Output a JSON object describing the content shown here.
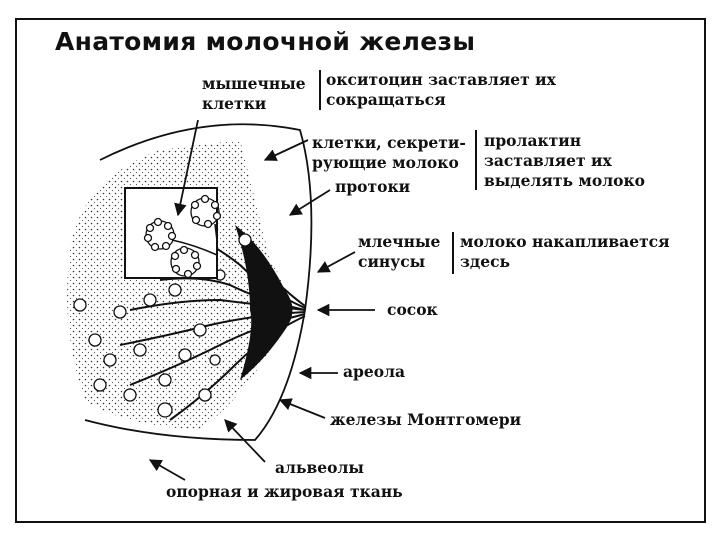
{
  "title": "Анатомия молочной железы",
  "labels": {
    "muscle_cells": [
      "мышечные",
      "клетки"
    ],
    "oxytocin_note": [
      "окситоцин заставляет их",
      "сокращаться"
    ],
    "secreting_cells": [
      "клетки, секрети-",
      "рующие молоко"
    ],
    "ducts": "протоки",
    "prolactin_note": [
      "пролактин",
      "заставляет их",
      "выделять молоко"
    ],
    "milk_sinuses": [
      "млечные",
      "синусы"
    ],
    "sinus_note": [
      "молоко накапливается",
      "здесь"
    ],
    "nipple": "сосок",
    "areola": "ареола",
    "montgomery_glands": "железы Монтгомери",
    "alveoli": "альвеолы",
    "support_tissue": "опорная и жировая ткань"
  }
}
